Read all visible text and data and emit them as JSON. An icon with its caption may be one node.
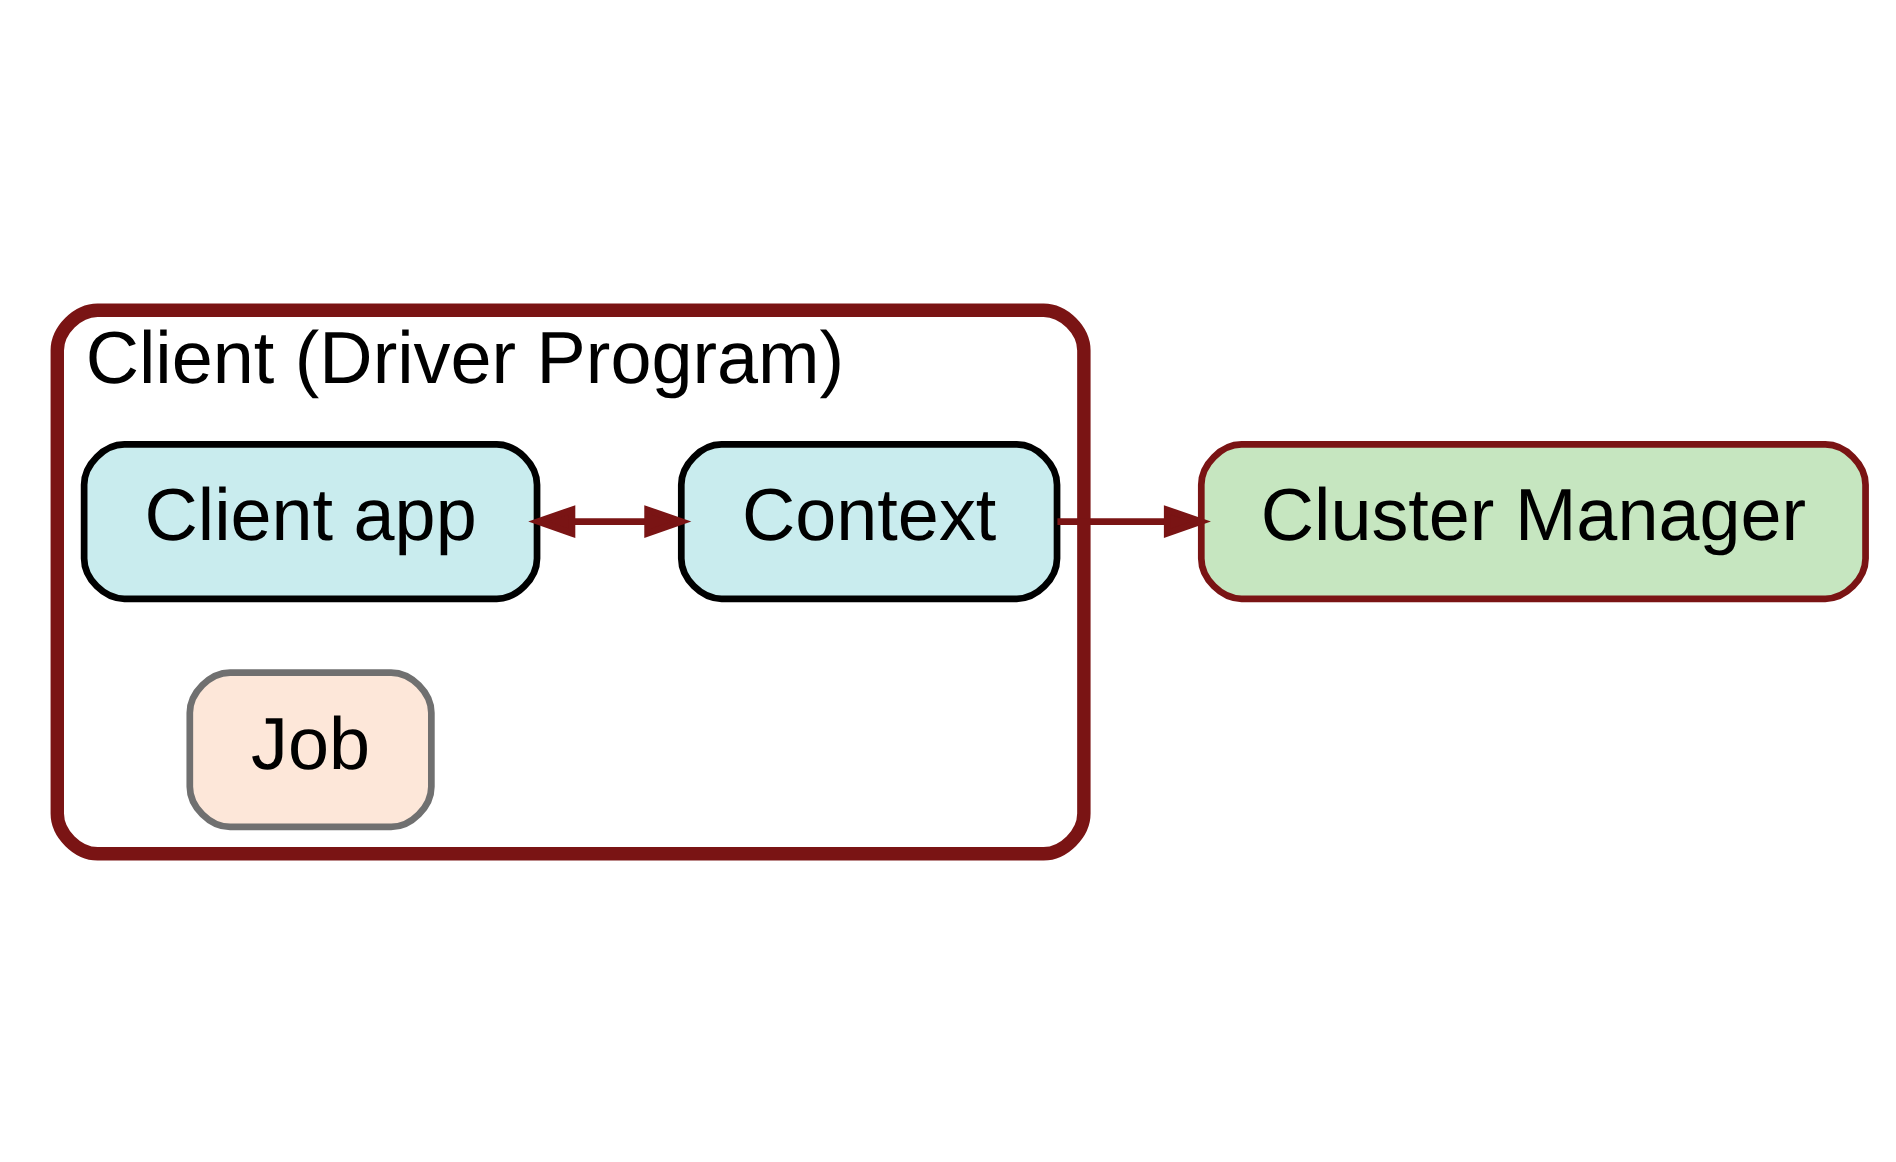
{
  "diagram": {
    "nodes": [
      {
        "text": [
          "Cluster Manager"
        ]
      },
      {
        "text": [
          "Client (Driver Program)"
        ]
      },
      {
        "text": [
          "Client app"
        ],
        "in": 1
      },
      {
        "text": [
          "Job"
        ],
        "in": 1
      },
      {
        "text": [
          "Context"
        ],
        "in": 1
      }
    ],
    "edges": [
      {
        "from": 2,
        "to": 4,
        "arrow": "both"
      },
      {
        "from": 4,
        "to": 0,
        "arrow": "to"
      }
    ]
  }
}
